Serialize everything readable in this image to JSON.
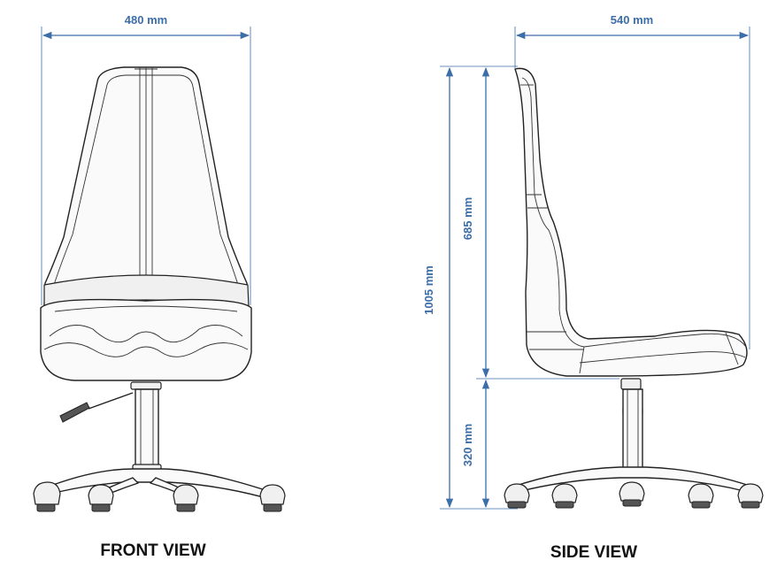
{
  "dimensions": {
    "front_width": "480 mm",
    "side_depth": "540 mm",
    "total_height": "1005 mm",
    "backrest_height": "685 mm",
    "seat_height": "320 mm"
  },
  "views": {
    "front": "FRONT VIEW",
    "side": "SIDE VIEW"
  },
  "colors": {
    "dimension_line": "#3c6ea8",
    "outline": "#222222"
  }
}
